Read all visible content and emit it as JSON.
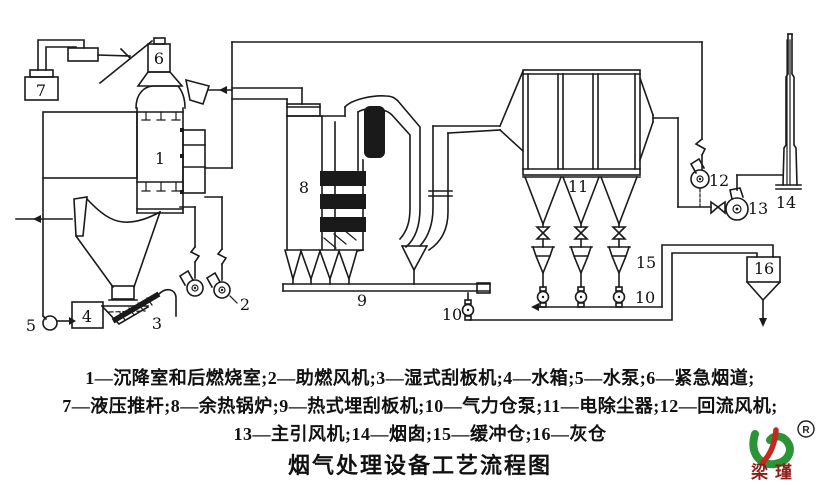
{
  "title": "烟气处理设备工艺流程图",
  "legend": {
    "lines": [
      "1—沉降室和后燃烧室;2—助燃风机;3—湿式刮板机;4—水箱;5—水泵;6—紧急烟道;",
      "7—液压推杆;8—余热锅炉;9—热式埋刮板机;10—气力仓泵;11—电除尘器;12—回流风机;",
      "13—主引风机;14—烟囱;15—缓冲仓;16—灰仓"
    ]
  },
  "diagram": {
    "labels": [
      "1",
      "2",
      "3",
      "4",
      "5",
      "6",
      "7",
      "8",
      "9",
      "10",
      "11",
      "12",
      "13",
      "14",
      "15",
      "16"
    ]
  },
  "logo": {
    "brand": "梁瑾",
    "registered": "®"
  },
  "colors": {
    "ink": "#1a1a1a",
    "background": "#ffffff",
    "logo_green": "#2a9437",
    "logo_red": "#c4291f",
    "brand_text": "#8c1d18"
  }
}
